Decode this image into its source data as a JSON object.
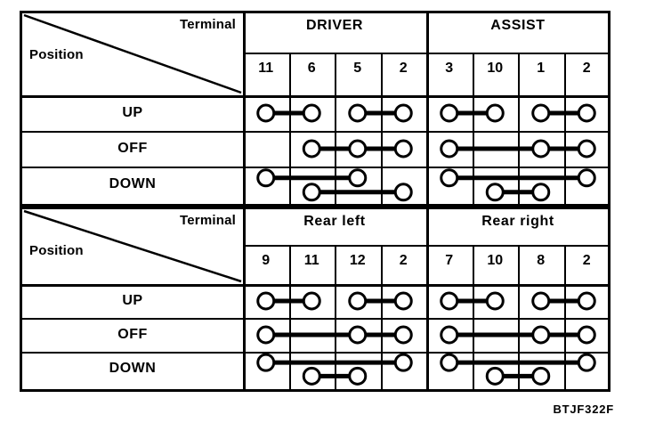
{
  "figure": {
    "code": "BTJF322F",
    "corner_labels": {
      "terminal": "Terminal",
      "position": "Position"
    },
    "row_labels": {
      "up": "UP",
      "off": "OFF",
      "down": "DOWN"
    }
  },
  "tables": [
    {
      "id": "front",
      "groups": [
        {
          "name": "DRIVER",
          "terminals": [
            "11",
            "6",
            "5",
            "2"
          ]
        },
        {
          "name": "ASSIST",
          "terminals": [
            "3",
            "10",
            "1",
            "2"
          ]
        }
      ],
      "rows": [
        {
          "label": "UP",
          "connections": [
            {
              "group": 0,
              "tier": 0,
              "from": 0,
              "to": 1
            },
            {
              "group": 0,
              "tier": 0,
              "from": 2,
              "to": 3
            },
            {
              "group": 1,
              "tier": 0,
              "from": 0,
              "to": 1
            },
            {
              "group": 1,
              "tier": 0,
              "from": 2,
              "to": 3
            }
          ]
        },
        {
          "label": "OFF",
          "connections": [
            {
              "group": 0,
              "tier": 0,
              "from": 1,
              "to": 3
            },
            {
              "group": 1,
              "tier": 0,
              "from": 0,
              "to": 3
            }
          ],
          "nodes": [
            {
              "group": 0,
              "tier": 0,
              "index": 2
            },
            {
              "group": 1,
              "tier": 0,
              "index": 2
            }
          ]
        },
        {
          "label": "DOWN",
          "connections": [
            {
              "group": 0,
              "tier": 0,
              "from": 0,
              "to": 2
            },
            {
              "group": 0,
              "tier": 1,
              "from": 1,
              "to": 3
            },
            {
              "group": 1,
              "tier": 0,
              "from": 0,
              "to": 3
            },
            {
              "group": 1,
              "tier": 1,
              "from": 1,
              "to": 2
            }
          ]
        }
      ]
    },
    {
      "id": "rear",
      "groups": [
        {
          "name": "Rear left",
          "terminals": [
            "9",
            "11",
            "12",
            "2"
          ]
        },
        {
          "name": "Rear right",
          "terminals": [
            "7",
            "10",
            "8",
            "2"
          ]
        }
      ],
      "rows": [
        {
          "label": "UP",
          "connections": [
            {
              "group": 0,
              "tier": 0,
              "from": 0,
              "to": 1
            },
            {
              "group": 0,
              "tier": 0,
              "from": 2,
              "to": 3
            },
            {
              "group": 1,
              "tier": 0,
              "from": 0,
              "to": 1
            },
            {
              "group": 1,
              "tier": 0,
              "from": 2,
              "to": 3
            }
          ]
        },
        {
          "label": "OFF",
          "connections": [
            {
              "group": 0,
              "tier": 0,
              "from": 0,
              "to": 3
            },
            {
              "group": 1,
              "tier": 0,
              "from": 0,
              "to": 3
            }
          ],
          "nodes": [
            {
              "group": 0,
              "tier": 0,
              "index": 2
            },
            {
              "group": 1,
              "tier": 0,
              "index": 2
            }
          ]
        },
        {
          "label": "DOWN",
          "connections": [
            {
              "group": 0,
              "tier": 0,
              "from": 0,
              "to": 3
            },
            {
              "group": 0,
              "tier": 1,
              "from": 1,
              "to": 2
            },
            {
              "group": 1,
              "tier": 0,
              "from": 0,
              "to": 3
            },
            {
              "group": 1,
              "tier": 1,
              "from": 1,
              "to": 2
            }
          ]
        }
      ]
    }
  ]
}
